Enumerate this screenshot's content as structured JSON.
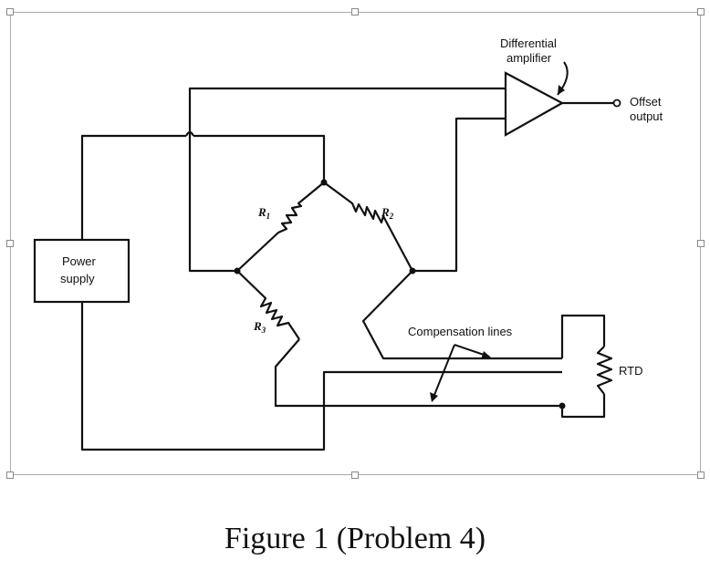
{
  "diagram": {
    "labels": {
      "diff_amp_line1": "Differential",
      "diff_amp_line2": "amplifier",
      "offset_line1": "Offset",
      "offset_line2": "output",
      "power_line1": "Power",
      "power_line2": "supply",
      "r1": "R",
      "r1_sub": "1",
      "r2": "R",
      "r2_sub": "2",
      "r3": "R",
      "r3_sub": "3",
      "compensation": "Compensation lines",
      "rtd": "RTD"
    }
  },
  "caption": "Figure 1 (Problem 4)"
}
